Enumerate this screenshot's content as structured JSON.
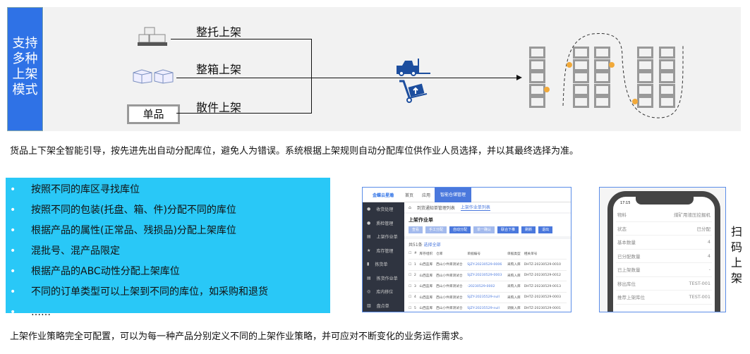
{
  "side_title": "支持多种上架模式",
  "modes": [
    "整托上架",
    "整箱上架",
    "散件上架"
  ],
  "single_item": "单品",
  "top_desc": "货品上下架全智能引导，按先进先出自动分配库位，避免人为错误。系统根据上架规则自动分配库位供作业人员选择，并以其最终选择为准。",
  "features": [
    "按照不同的库区寻找库位",
    "按照不同的包装(托盘、箱、件)分配不同的库位",
    "根据产品的属性(正常品、残损品)分配上架库位",
    "混批号、混产品限定",
    "根据产品的ABC动性分配上架库位",
    "不同的订单类型可以上架到不同的库位，如采购和退货",
    "……"
  ],
  "bottom_desc": "上架作业策略完全可配置，可以为每一种产品分别定义不同的上架作业策略，并可应对不断变化的业务运作需求。",
  "app": {
    "logo": "金蝶云星瀚",
    "nav": [
      "首页",
      "应用",
      "智能仓储管理"
    ],
    "sidebar": [
      "收货处理",
      "质检管理",
      "上架作业单",
      "库存管理",
      "拣货单",
      "拣货作业单",
      "库内移位",
      "盘点单"
    ],
    "breadcrumb": [
      "到货通知单管理列表",
      "上架作业单列表"
    ],
    "title": "上架作业单",
    "buttons": [
      "查看",
      "手工分配",
      "自动分配",
      "单一确认",
      "联合下推",
      "刷新",
      "退出"
    ],
    "count": "共51条",
    "select_all": "选择全部",
    "columns": [
      "#",
      "库存组织",
      "仓库",
      "单据编号",
      "单据类型",
      "相关单号"
    ],
    "rows": [
      [
        "1",
        "山西蓝库",
        "西山小件库测试仓",
        "SJZY-20230529-0006",
        "采购入库",
        "DHTZ-20230529-0010"
      ],
      [
        "2",
        "山西蓝库",
        "西山小件库测试仓",
        "SJZY-20230529-0003",
        "采购入库",
        "DHTZ-20230529-0012"
      ],
      [
        "3",
        "山西蓝库",
        "西山小件库测试仓",
        "-20230529-0002",
        "采购入库",
        "DHTZ-20230529-0013"
      ],
      [
        "4",
        "山西蓝库",
        "西山小件库测试仓",
        "SJZY-20235529-null",
        "采购入库",
        "DHTZ-20230529-0003"
      ],
      [
        "5",
        "山西蓝库",
        "西山小件库测试仓",
        "SJZY-20235529-null",
        "调拨入库",
        "DHTZ-20230529-0001"
      ]
    ]
  },
  "phone": {
    "time": "17:15",
    "rows": [
      [
        "物料",
        "煤矿用液压挖掘机"
      ],
      [
        "状态",
        "已分配"
      ],
      [
        "基本数量",
        "4"
      ],
      [
        "已分配数量",
        "4"
      ],
      [
        "已上架数量",
        "-"
      ],
      [
        "移出库位",
        "TEST-001"
      ],
      [
        "推荐上架库位",
        "TEST-001"
      ]
    ]
  },
  "scan_label": "扫码上架",
  "colors": {
    "blue": "#2f72e6",
    "cyan": "#29c8f7",
    "orange": "#f1a93a"
  }
}
